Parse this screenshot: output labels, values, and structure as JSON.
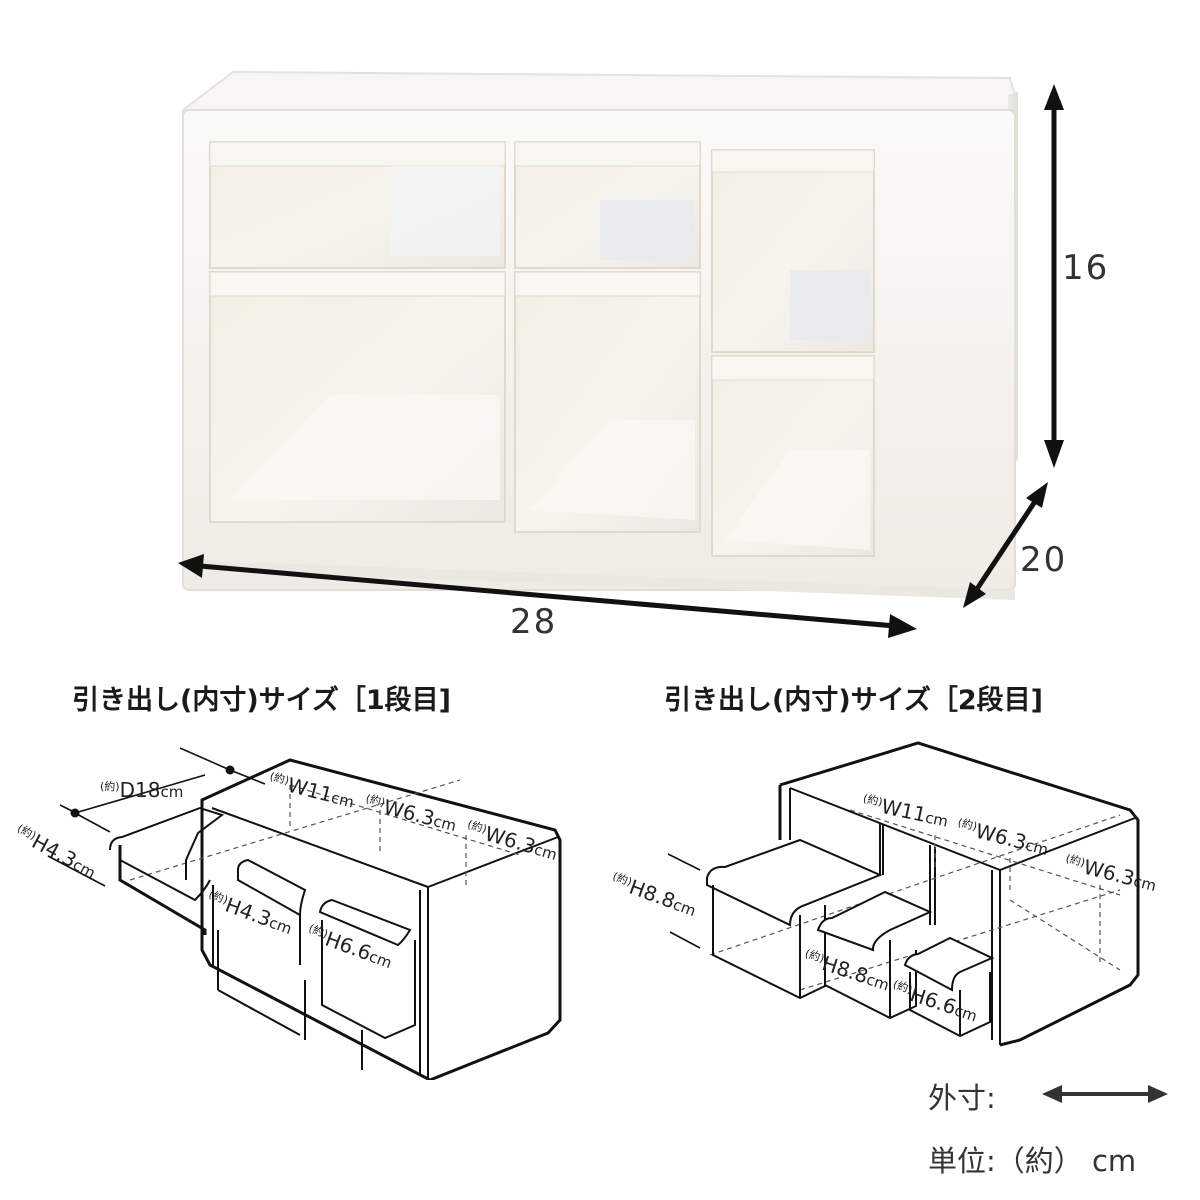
{
  "product_photo": {
    "description": "white 3-column plastic drawer unit with six clear drawers",
    "drawers": [
      {
        "column": 1,
        "row": 1,
        "size": "small"
      },
      {
        "column": 1,
        "row": 2,
        "size": "large"
      },
      {
        "column": 2,
        "row": 1,
        "size": "small"
      },
      {
        "column": 2,
        "row": 2,
        "size": "large"
      },
      {
        "column": 3,
        "row": 1,
        "size": "medium"
      },
      {
        "column": 3,
        "row": 2,
        "size": "medium"
      }
    ],
    "colors": {
      "frame": "#f4f1ec",
      "drawer": "#f1ece2",
      "arrow": "#111111"
    }
  },
  "outer_dimensions": {
    "height": "16",
    "depth": "20",
    "width": "28"
  },
  "diagram_1": {
    "title": "引き出し(内寸)サイズ［1段目]",
    "labels": {
      "depth": {
        "prefix": "(約)",
        "value": "D18",
        "unit": "cm"
      },
      "left_height": {
        "prefix": "(約)",
        "value": "H4.3",
        "unit": "cm"
      },
      "width_1": {
        "prefix": "(約)",
        "value": "W11",
        "unit": "cm"
      },
      "width_2": {
        "prefix": "(約)",
        "value": "W6.3",
        "unit": "cm"
      },
      "width_3": {
        "prefix": "(約)",
        "value": "W6.3",
        "unit": "cm"
      },
      "mid_height": {
        "prefix": "(約)",
        "value": "H4.3",
        "unit": "cm"
      },
      "right_height": {
        "prefix": "(約)",
        "value": "H6.6",
        "unit": "cm"
      }
    }
  },
  "diagram_2": {
    "title": "引き出し(内寸)サイズ［2段目]",
    "labels": {
      "left_height": {
        "prefix": "(約)",
        "value": "H8.8",
        "unit": "cm"
      },
      "width_1": {
        "prefix": "(約)",
        "value": "W11",
        "unit": "cm"
      },
      "width_2": {
        "prefix": "(約)",
        "value": "W6.3",
        "unit": "cm"
      },
      "width_3": {
        "prefix": "(約)",
        "value": "W6.3",
        "unit": "cm"
      },
      "mid_height": {
        "prefix": "(約)",
        "value": "H8.8",
        "unit": "cm"
      },
      "right_height": {
        "prefix": "(約)",
        "value": "H6.6",
        "unit": "cm"
      }
    }
  },
  "legend": {
    "outer_label": "外寸:",
    "unit_label": "単位:（約） cm"
  }
}
